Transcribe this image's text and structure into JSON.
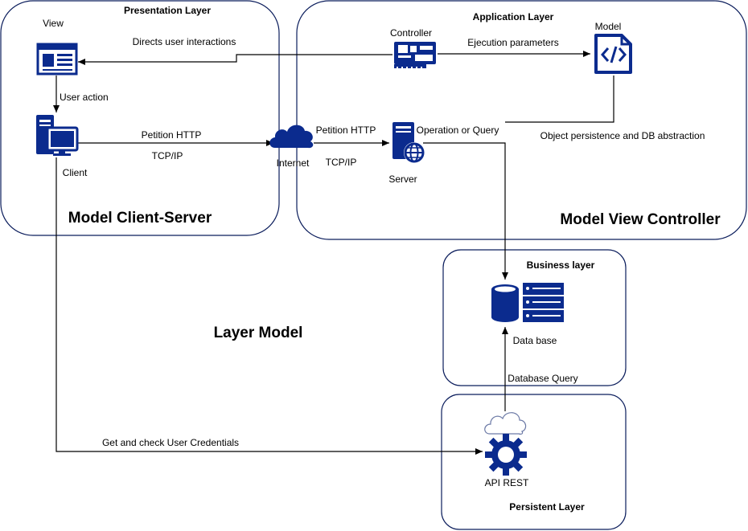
{
  "groups": {
    "presentation": {
      "title": "Presentation Layer",
      "footer": "Model Client-Server"
    },
    "application": {
      "title": "Application Layer",
      "footer": "Model View Controller"
    },
    "business": {
      "title": "Business layer"
    },
    "persistent": {
      "title": "Persistent Layer"
    }
  },
  "center_title": "Layer Model",
  "nodes": {
    "view": {
      "label": "View",
      "icon": "browser-window-icon"
    },
    "client": {
      "label": "Client",
      "icon": "desktop-computer-icon"
    },
    "internet": {
      "label": "Internet",
      "icon": "cloud-icon"
    },
    "controller": {
      "label": "Controller",
      "icon": "network-card-icon"
    },
    "model": {
      "label": "Model",
      "icon": "code-file-icon"
    },
    "server": {
      "label": "Server",
      "icon": "web-server-icon"
    },
    "database": {
      "label": "Data base",
      "icon": "database-icon"
    },
    "api": {
      "label": "API REST",
      "icon": "gear-cloud-icon"
    }
  },
  "edges": {
    "directs": "Directs user interactions",
    "user_action": "User action",
    "petition_http_1": "Petition HTTP",
    "tcpip_1": "TCP/IP",
    "petition_http_2": "Petition HTTP",
    "tcpip_2": "TCP/IP",
    "ejecution": "Ejecution parameters",
    "operation": "Operation or Query",
    "object_persistence": "Object persistence and DB abstraction",
    "database_query": "Database Query",
    "credentials": "Get and check User Credentials"
  },
  "colors": {
    "icon": "#0b2b8e",
    "border": "#0b1d5c"
  }
}
